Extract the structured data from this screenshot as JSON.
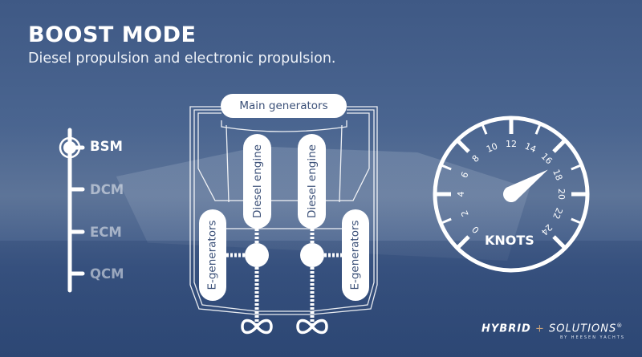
{
  "header": {
    "title": "BOOST MODE",
    "subtitle": "Diesel propulsion and electronic propulsion."
  },
  "modes": [
    {
      "label": "BSM",
      "active": true
    },
    {
      "label": "DCM",
      "active": false
    },
    {
      "label": "ECM",
      "active": false
    },
    {
      "label": "QCM",
      "active": false
    }
  ],
  "diagram": {
    "main_generators": "Main generators",
    "diesel_left": "Diesel engine",
    "diesel_right": "Diesel engine",
    "egen_left": "E-generators",
    "egen_right": "E-generators"
  },
  "gauge": {
    "unit": "KNOTS",
    "min": 0,
    "max": 24,
    "step": 2,
    "value": 17,
    "labels": [
      "0",
      "2",
      "4",
      "6",
      "8",
      "10",
      "12",
      "14",
      "16",
      "18",
      "20",
      "22",
      "24"
    ]
  },
  "logo": {
    "brand": "HYBRID",
    "brand2": "SOLUTIONS",
    "reg": "®",
    "byline": "BY HEESEN YACHTS",
    "accent": "#c9a27a"
  }
}
